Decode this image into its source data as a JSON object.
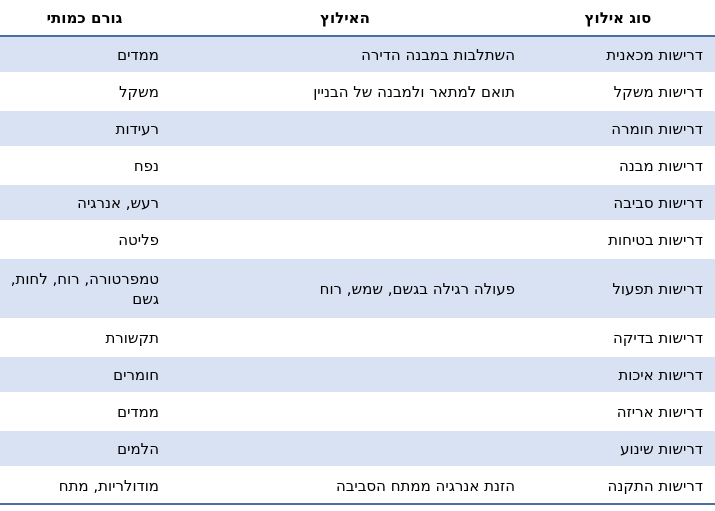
{
  "table": {
    "headers": {
      "type": "סוג אילוץ",
      "constraint": "האילוץ",
      "factor": "גורם כמותי"
    },
    "rows": [
      {
        "type": "דרישות מכאנית",
        "constraint": "השתלבות במבנה הדירה",
        "factor": "ממדים"
      },
      {
        "type": "דרישות משקל",
        "constraint": "תואם למתאר ולמבנה של הבניין",
        "factor": "משקל"
      },
      {
        "type": "דרישות חומרה",
        "constraint": "",
        "factor": "רעידות"
      },
      {
        "type": "דרישות מבנה",
        "constraint": "",
        "factor": "נפח"
      },
      {
        "type": "דרישות סביבה",
        "constraint": "",
        "factor": "רעש, אנרגיה"
      },
      {
        "type": "דרישות בטיחות",
        "constraint": "",
        "factor": "פליטה"
      },
      {
        "type": "דרישות תפעול",
        "constraint": "פעולה רגילה בגשם, שמש, רוח",
        "factor": "טמפרטורה, רוח, לחות, גשם"
      },
      {
        "type": "דרישות בדיקה",
        "constraint": "",
        "factor": "תקשורת"
      },
      {
        "type": "דרישות איכות",
        "constraint": "",
        "factor": "חומרים"
      },
      {
        "type": "דרישות אריזה",
        "constraint": "",
        "factor": "ממדים"
      },
      {
        "type": "דרישות שינוע",
        "constraint": "",
        "factor": "הלמים"
      },
      {
        "type": "דרישות התקנה",
        "constraint": "הזנת אנרגיה ממתח הסביבה",
        "factor": "מודולריות, מתח"
      }
    ]
  },
  "colors": {
    "shaded_row": "#d9e2f3",
    "rule_line": "#4a6fa5"
  }
}
